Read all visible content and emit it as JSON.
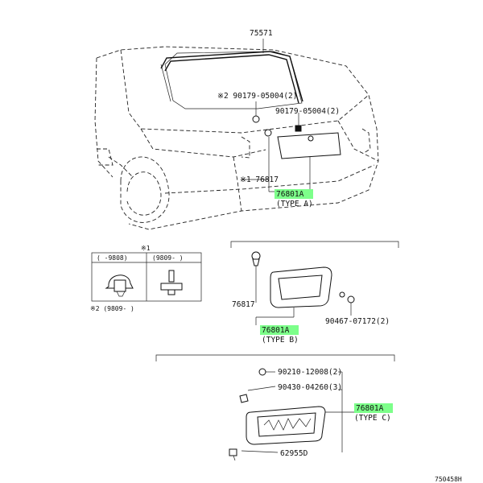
{
  "labels": {
    "part_75571": "75571",
    "bolt_note_1": "※2 90179-05004(2)",
    "bolt_note_2": "90179-05004(2)",
    "part_76817_a": "※1 76817",
    "part_76801a_a": "76801A",
    "type_a": "(TYPE A)",
    "part_76817_b": "76817",
    "part_90467": "90467-07172(2)",
    "part_76801a_b": "76801A",
    "type_b": "(TYPE B)",
    "part_90210": "90210-12008(2)",
    "part_90430": "90430-04260(3)",
    "part_76801a_c": "76801A",
    "type_c": "(TYPE C)",
    "part_62955": "62955D",
    "diagram_id": "750458H"
  },
  "legend_table": {
    "header_note": "※1",
    "col_left": "(   -9808)",
    "col_right": "(9809-   )",
    "footer_note": "※2 (9809-   )"
  },
  "colors": {
    "highlight": "#7dff8a",
    "line": "#111111"
  }
}
